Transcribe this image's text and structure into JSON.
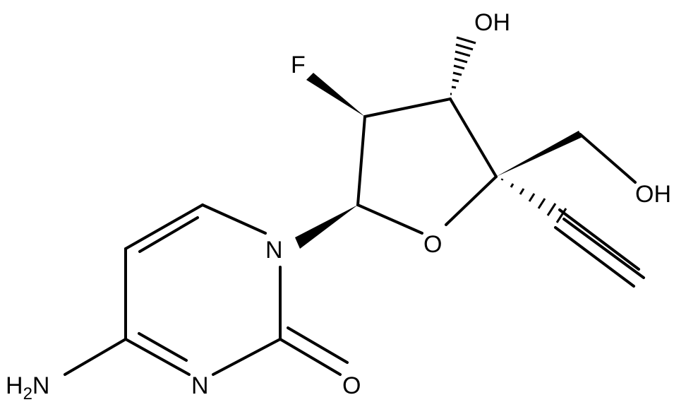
{
  "molecule": {
    "atoms": {
      "oh_top": "OH",
      "f": "F",
      "oh_right": "OH",
      "o_ring": "O",
      "n1": "N",
      "n3": "N",
      "o_carbonyl": "O",
      "nh2_H": "H",
      "nh2_sub": "2",
      "nh2_N": "N"
    }
  },
  "colors": {
    "ink": "#000000",
    "background": "#ffffff"
  }
}
